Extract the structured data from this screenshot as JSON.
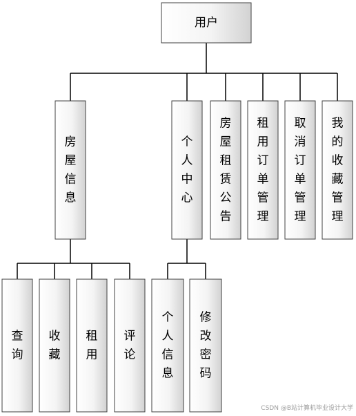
{
  "root": {
    "label": "用户"
  },
  "level1": [
    {
      "label": "房屋信息",
      "children": [
        "查询",
        "收藏",
        "租用",
        "评论"
      ]
    },
    {
      "label": "个人中心",
      "children": [
        "个人信息",
        "修改密码"
      ]
    },
    {
      "label": "房屋租赁公告",
      "children": []
    },
    {
      "label": "租用订单管理",
      "children": []
    },
    {
      "label": "取消订单管理",
      "children": []
    },
    {
      "label": "我的收藏管理",
      "children": []
    }
  ],
  "watermark": "CSDN @B站计算机毕业设计大学"
}
